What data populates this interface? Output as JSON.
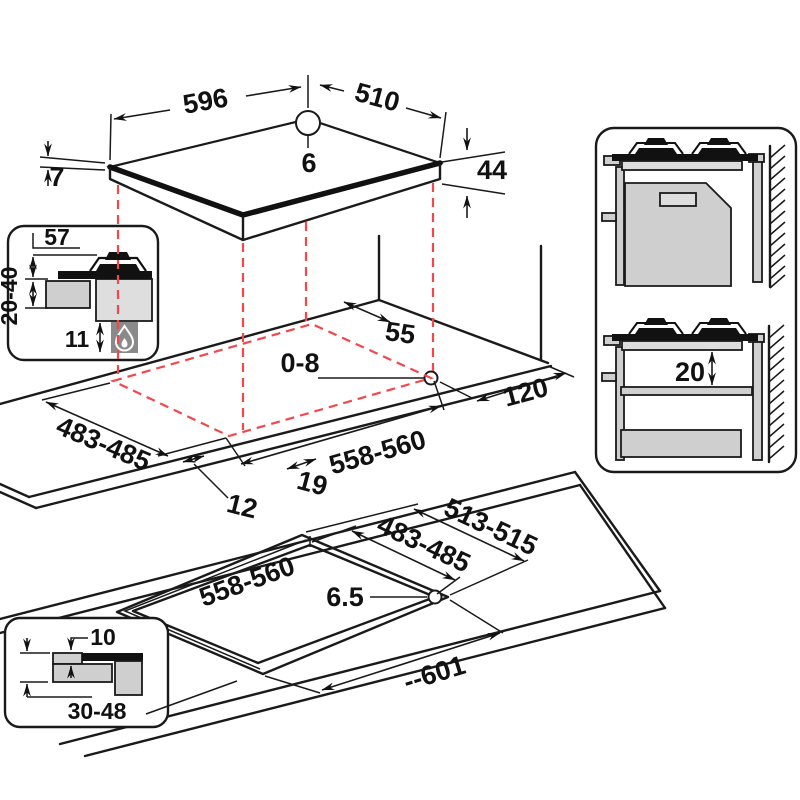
{
  "diagram": {
    "title": "Gas hob installation dimensions diagram",
    "colors": {
      "line": "#1a1a1a",
      "projection_red": "#f2484c",
      "cabinet_gray": "#cfcfcf",
      "gas_box_gray": "#8a8a8a",
      "hob_black": "#111111"
    },
    "labels": {
      "hob_width": "596",
      "hob_depth": "510",
      "hob_hole": "6",
      "hob_edge": "7",
      "hob_height": "44",
      "inset1_top_clearance": "57",
      "inset1_counter_thickness": "20-40",
      "inset1_bottom_clearance": "11",
      "cut_wall_distance": "55",
      "cut_hole_offset": "0-8",
      "cut_side_distance": "120",
      "cut_width": "558-560",
      "cut_depth": "483-485",
      "cut_front_a": "19",
      "cut_front_b": "12",
      "side_shelf_gap": "20",
      "flush_outer_depth": "513-515",
      "flush_inner_depth": "483-485",
      "flush_inner_width": "558-560",
      "flush_corner_radius": "6.5",
      "flush_outer_width": "--601",
      "inset2_step_depth": "10",
      "inset2_counter_thickness": "30-48"
    },
    "icons": [
      "flame-icon"
    ]
  }
}
